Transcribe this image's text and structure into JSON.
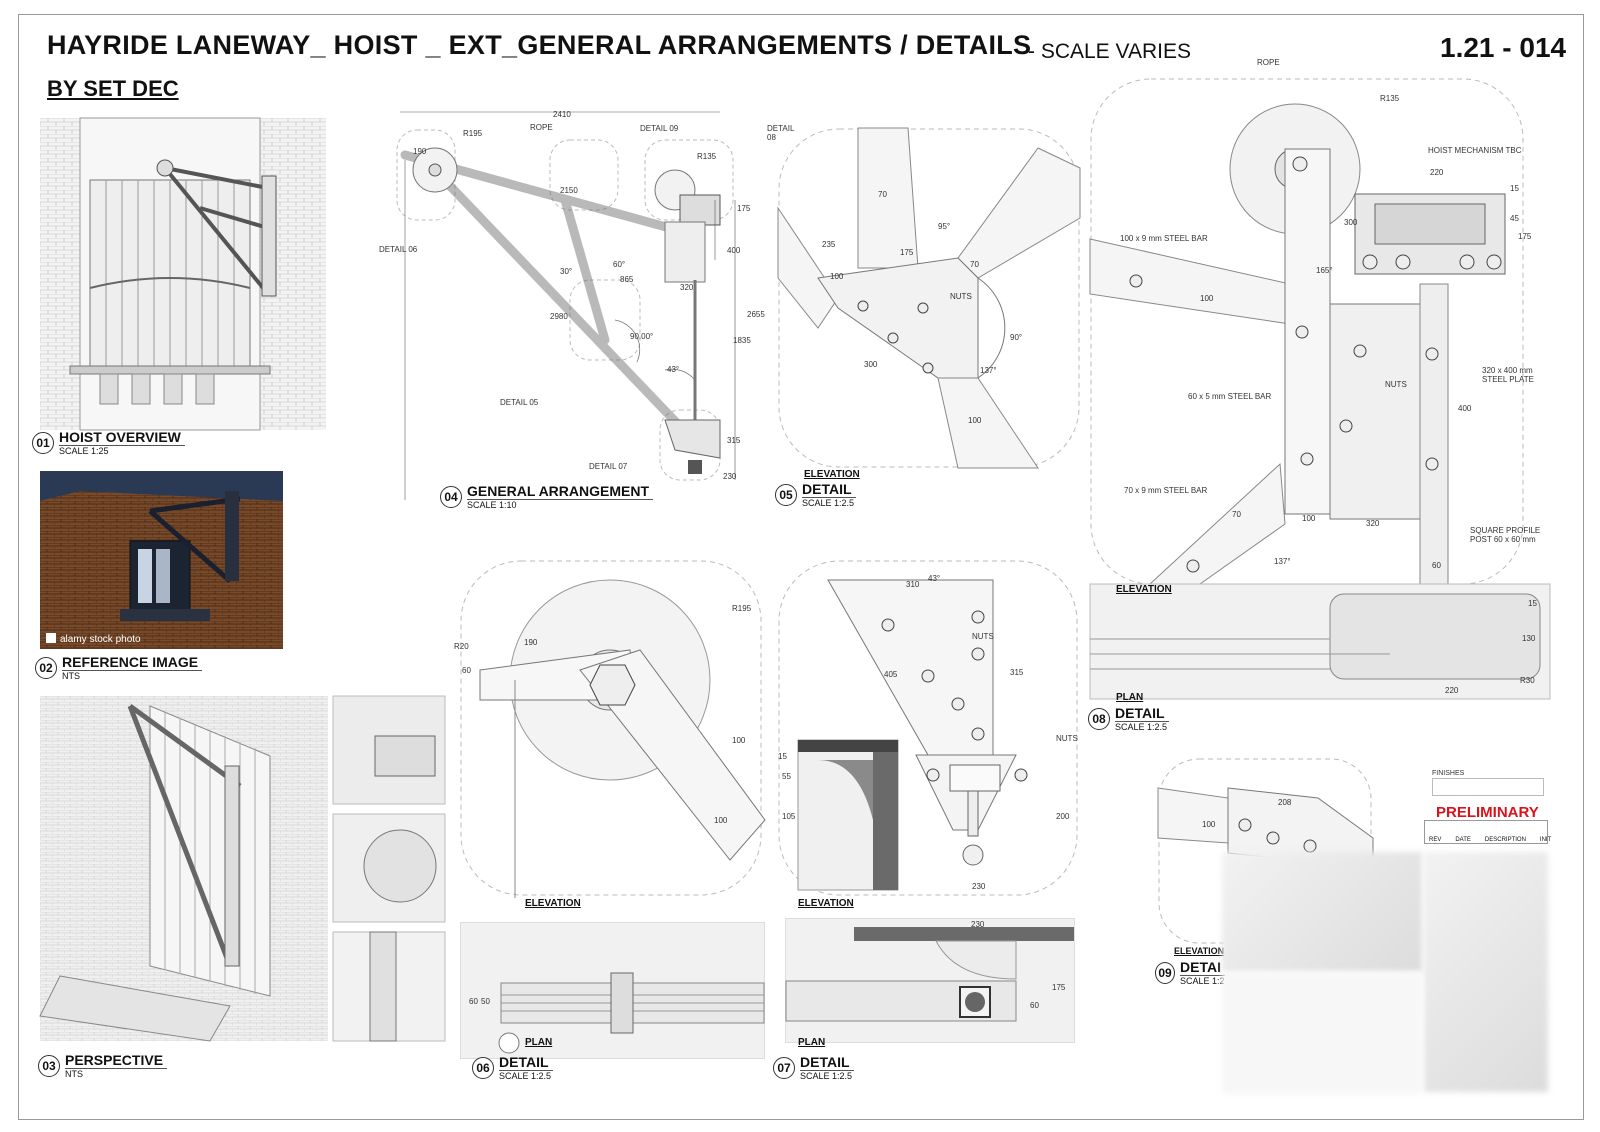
{
  "sheet": {
    "title": "HAYRIDE LANEWAY_ HOIST _ EXT_GENERAL ARRANGEMENTS / DETAILS",
    "subtitle": "- SCALE VARIES",
    "number": "1.21 - 014",
    "byline": "BY SET DEC"
  },
  "panels": [
    {
      "num": "01",
      "title": "HOIST OVERVIEW",
      "scale": "SCALE 1:25"
    },
    {
      "num": "02",
      "title": "REFERENCE IMAGE",
      "scale": "NTS"
    },
    {
      "num": "03",
      "title": "PERSPECTIVE",
      "scale": "NTS"
    },
    {
      "num": "04",
      "title": "GENERAL ARRANGEMENT",
      "scale": "SCALE 1:10"
    },
    {
      "num": "05",
      "title": "DETAIL",
      "scale": "SCALE 1:2.5"
    },
    {
      "num": "06",
      "title": "DETAIL",
      "scale": "SCALE 1:2.5"
    },
    {
      "num": "07",
      "title": "DETAIL",
      "scale": "SCALE 1:2.5"
    },
    {
      "num": "08",
      "title": "DETAIL",
      "scale": "SCALE 1:2.5"
    },
    {
      "num": "09",
      "title": "DETAI",
      "scale": "SCALE 1:2"
    }
  ],
  "views": {
    "elevation": "ELEVATION",
    "plan": "PLAN"
  },
  "photo": {
    "watermark": "alamy stock photo"
  },
  "annotations_04": {
    "dim_top": "2410",
    "r195": "R195",
    "rope": "ROPE",
    "detail09": "DETAIL 09",
    "detail08": "DETAIL 08",
    "r135": "R135",
    "d190": "190",
    "d2150": "2150",
    "d175": "175",
    "d400": "400",
    "d320": "320",
    "d2655": "2655",
    "d1835": "1835",
    "d2980": "2980",
    "d865": "865",
    "a30": "30°",
    "a60": "60°",
    "a90": "90.00°",
    "a43": "43°",
    "detail06": "DETAIL 06",
    "detail05": "DETAIL 05",
    "detail07": "DETAIL 07",
    "d315": "315",
    "d230": "230"
  },
  "annotations_05": {
    "d70": "70",
    "d175": "175",
    "d235": "235",
    "d100": "100",
    "d300": "300",
    "a90": "90°",
    "nuts": "NUTS",
    "a137": "137°",
    "d100b": "100",
    "d70b": "70",
    "a95": "95°"
  },
  "annotations_08": {
    "rope": "ROPE",
    "r135": "R135",
    "mech": "HOIST MECHANISM TBC",
    "d220": "220",
    "d15": "15",
    "d45": "45",
    "d175": "175",
    "d300": "300",
    "steelbar100": "100 x 9 mm STEEL BAR",
    "a165": "165°",
    "d100": "100",
    "nuts": "NUTS",
    "plate": "320 x 400 mm STEEL PLATE",
    "steelbar60": "60 x 5 mm STEEL BAR",
    "d400": "400",
    "steelbar70": "70 x 9 mm STEEL BAR",
    "d70": "70",
    "d100b": "100",
    "d320": "320",
    "post": "SQUARE PROFILE POST 60 x 60 mm",
    "a137": "137°",
    "d60": "60",
    "d15b": "15",
    "d130": "130",
    "r30": "R30",
    "d220b": "220"
  },
  "annotations_lower": {
    "r195": "R195",
    "d190": "190",
    "r20": "R20",
    "d60": "60",
    "d100": "100",
    "d100b": "100",
    "d310": "310",
    "a43": "43°",
    "nuts": "NUTS",
    "d405": "405",
    "d315": "315",
    "nuts2": "NUTS",
    "d200": "200",
    "d230": "230",
    "d15": "15",
    "d55": "55",
    "d105": "105",
    "d230top": "230",
    "d60p": "60",
    "d175p": "175",
    "d60a": "60",
    "d50a": "50",
    "d208": "208",
    "d100c": "100"
  },
  "titleblock": {
    "finishes": "FINISHES",
    "prelim": "PRELIMINARY",
    "rev": "REV",
    "date": "DATE",
    "desc": "DESCRIPTION",
    "init": "INIT"
  }
}
